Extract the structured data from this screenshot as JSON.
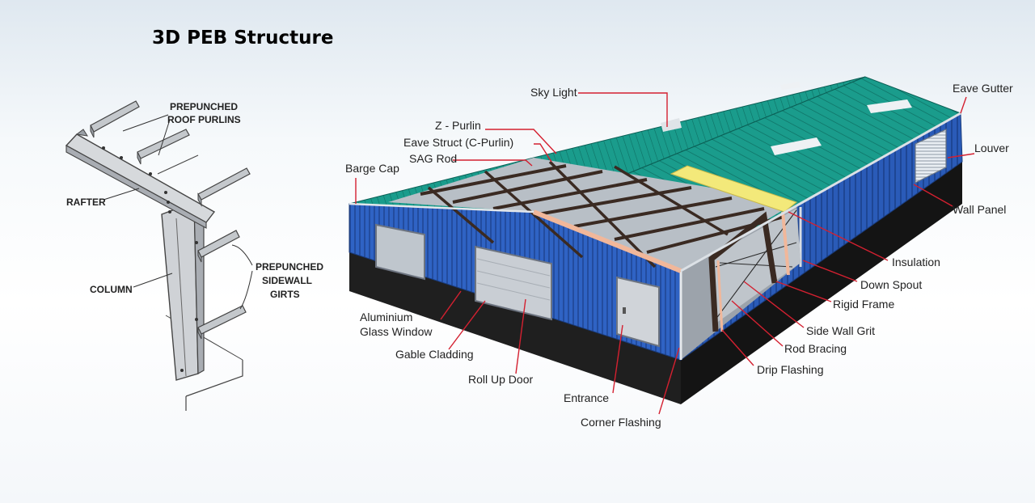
{
  "title": "3D PEB Structure",
  "frame_labels": {
    "roof_purlins": [
      "PREPUNCHED",
      "ROOF PURLINS"
    ],
    "rafter": "RAFTER",
    "column": "COLUMN",
    "sidewall_girts": [
      "PREPUNCHED",
      "SIDEWALL",
      "GIRTS"
    ]
  },
  "building_labels": {
    "sky_light": "Sky Light",
    "eave_gutter": "Eave Gutter",
    "z_purlin": "Z - Purlin",
    "eave_struct": "Eave Struct (C-Purlin)",
    "sag_rod": "SAG Rod",
    "barge_cap": "Barge Cap",
    "louver": "Louver",
    "wall_panel": "Wall Panel",
    "insulation": "Insulation",
    "down_spout": "Down Spout",
    "rigid_frame": "Rigid Frame",
    "side_wall_grit": "Side Wall Grit",
    "rod_bracing": "Rod Bracing",
    "drip_flashing": "Drip Flashing",
    "aluminium_glass_window": [
      "Aluminium",
      "Glass Window"
    ],
    "gable_cladding": "Gable Cladding",
    "roll_up_door": "Roll Up Door",
    "entrance": "Entrance",
    "corner_flashing": "Corner Flashing"
  },
  "colors": {
    "roof": "#1a9c8c",
    "wall": "#2f63c4",
    "base": "#1c1c1c",
    "leader": "#d42030",
    "frame_steel": "#c9ccd0",
    "insulation": "#f3e97a",
    "rigid_frame": "#3a2a22",
    "flashing": "#f1b79a"
  }
}
